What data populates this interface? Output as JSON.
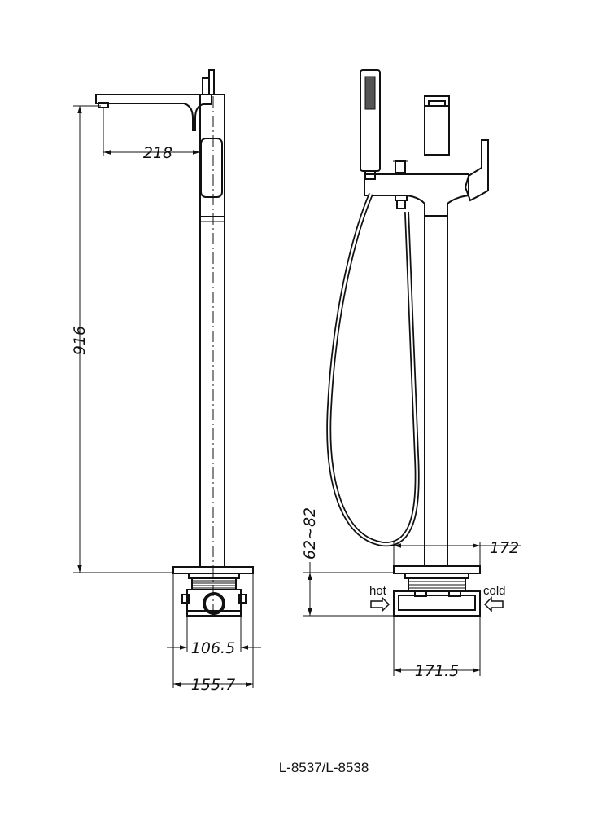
{
  "dimensions": {
    "spout_reach": "218",
    "height": "916",
    "base_inner": "106.5",
    "base_outer": "155.7",
    "adjust_range": "62~82",
    "top_width": "172",
    "bottom_width": "171.5"
  },
  "labels": {
    "hot": "hot",
    "cold": "cold"
  },
  "model": "L-8537/L-8538"
}
